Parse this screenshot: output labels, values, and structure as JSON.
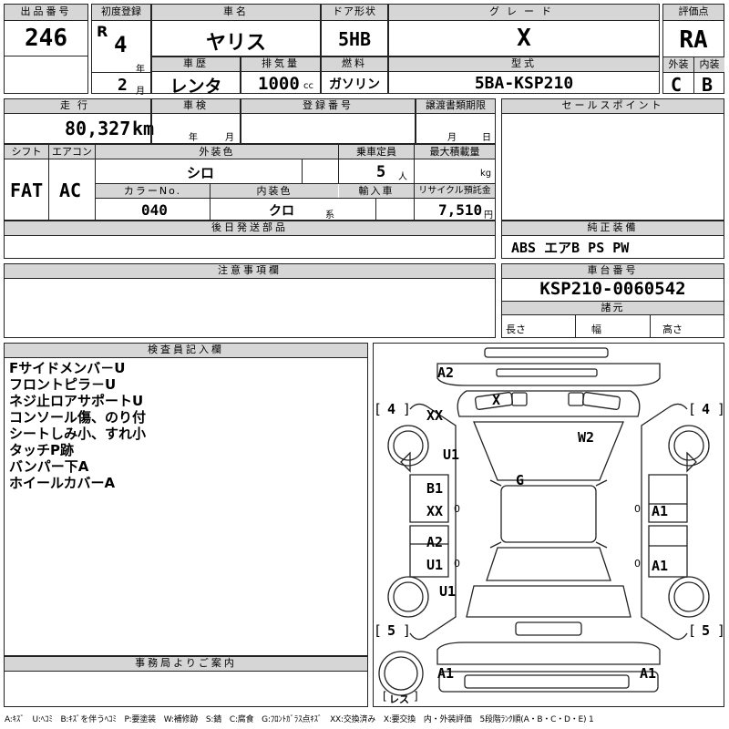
{
  "lot": {
    "label": "出品番号",
    "value": "246"
  },
  "reg": {
    "label": "初度登録",
    "era": "R",
    "year": "4",
    "year_unit": "年",
    "month": "2",
    "month_unit": "月"
  },
  "car_name": {
    "label": "車名",
    "value": "ヤリス"
  },
  "door": {
    "label": "ドア形状",
    "value": "5HB"
  },
  "grade": {
    "label": "グレード",
    "value": "X"
  },
  "score": {
    "label": "評価点",
    "value": "RA",
    "ext_label": "外装",
    "int_label": "内装",
    "ext": "C",
    "int": "B"
  },
  "history": {
    "label": "車歴",
    "value": "レンタ"
  },
  "displacement": {
    "label": "排気量",
    "value": "1000",
    "unit": "cc"
  },
  "fuel": {
    "label": "燃料",
    "value": "ガソリン"
  },
  "model": {
    "label": "型式",
    "value": "5BA-KSP210"
  },
  "mileage": {
    "label": "走行",
    "value": "80,327",
    "unit": "km"
  },
  "inspection": {
    "label": "車検",
    "year_unit": "年",
    "month_unit": "月"
  },
  "reg_no": {
    "label": "登録番号"
  },
  "transfer": {
    "label": "譲渡書類期限",
    "month_unit": "月",
    "day_unit": "日"
  },
  "sales_point": {
    "label": "セールスポイント"
  },
  "shift": {
    "label": "シフト",
    "value": "FAT"
  },
  "aircon": {
    "label": "エアコン",
    "value": "AC"
  },
  "ext_color": {
    "label": "外装色",
    "value": "シロ"
  },
  "capacity": {
    "label": "乗車定員",
    "value": "5",
    "unit": "人"
  },
  "max_load": {
    "label": "最大積載量",
    "unit": "kg"
  },
  "color_no": {
    "label": "カラーNo.",
    "value": "040"
  },
  "int_color": {
    "label": "内装色",
    "value": "クロ",
    "unit": "系"
  },
  "import": {
    "label": "輸入車"
  },
  "recycle": {
    "label": "リサイクル預託金",
    "value": "7,510",
    "unit": "円"
  },
  "later_parts": {
    "label": "後日発送部品"
  },
  "equipment": {
    "label": "純正装備",
    "value": "ABS エアB PS PW"
  },
  "caution": {
    "label": "注意事項欄"
  },
  "chassis": {
    "label": "車台番号",
    "value": "KSP210-0060542"
  },
  "specs": {
    "label": "諸元",
    "length": "長さ",
    "width": "幅",
    "height": "高さ"
  },
  "inspector": {
    "label": "検査員記入欄",
    "lines": [
      "Fサイドメンバ－U",
      "フロントピラ－U",
      "ネジ止ロアサポートU",
      "コンソール傷、のり付",
      "シートしみ小、すれ小",
      "タッチP跡",
      "バンパー下A",
      "ホイールカバーA"
    ]
  },
  "office": {
    "label": "事務局よりご案内"
  },
  "diagram": {
    "marks": [
      {
        "name": "front-bumper",
        "text": "A2"
      },
      {
        "name": "hood",
        "text": "X"
      },
      {
        "name": "front-left-fender",
        "text": "XX"
      },
      {
        "name": "windshield",
        "text": "W2"
      },
      {
        "name": "front-left-pillar",
        "text": "U1"
      },
      {
        "name": "roof",
        "text": "G"
      },
      {
        "name": "front-left-door-1",
        "text": "B1"
      },
      {
        "name": "front-left-door-2",
        "text": "XX"
      },
      {
        "name": "rear-left-door-1",
        "text": "A2"
      },
      {
        "name": "rear-left-door-2",
        "text": "U1"
      },
      {
        "name": "rear-left-fender",
        "text": "U1"
      },
      {
        "name": "front-right-door",
        "text": "A1"
      },
      {
        "name": "rear-right-door",
        "text": "A1"
      },
      {
        "name": "rear-bumper-left",
        "text": "A1"
      },
      {
        "name": "rear-bumper-right",
        "text": "A1"
      }
    ],
    "tire_fl": "4",
    "tire_fr": "4",
    "tire_rl": "5",
    "tire_rr": "5",
    "bracket_l": "[",
    "bracket_r": "]",
    "spare": "レス",
    "zero": "0"
  },
  "legend": "A:ｷｽﾞ　U:ﾍｺﾐ　B:ｷｽﾞを伴うﾍｺﾐ　P:要塗装　W:補修跡　S:錆　C:腐食　G:ﾌﾛﾝﾄｶﾞﾗｽ点ｷｽﾞ　XX:交換済み　X:要交換　内・外装評価　5段階ﾗﾝｸ順(A・B・C・D・E) 1"
}
